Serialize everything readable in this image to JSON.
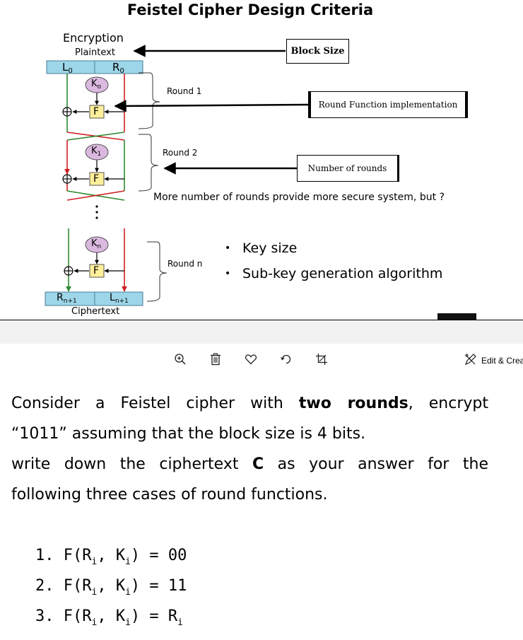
{
  "slide": {
    "title": "Feistel Cipher Design Criteria",
    "encryption_label": "Encryption",
    "plaintext_label": "Plaintext",
    "ciphertext_label": "Ciphertext",
    "left_half_top": "L",
    "left_half_top_sub": "0",
    "right_half_top": "R",
    "right_half_top_sub": "0",
    "left_half_bottom": "R",
    "left_half_bottom_sub": "n+1",
    "right_half_bottom": "L",
    "right_half_bottom_sub": "n+1",
    "key_round1": "K",
    "key_round1_sub": "o",
    "key_round2": "K",
    "key_round2_sub": "1",
    "key_roundn": "K",
    "key_roundn_sub": "n",
    "f_label": "F",
    "round1_label": "Round 1",
    "round2_label": "Round 2",
    "roundn_label": "Round n",
    "block_size_box": "Block Size",
    "round_function_box": "Round Function implementation",
    "number_of_rounds_box": "Number of rounds",
    "rounds_note": "More number of rounds provide more secure system, but  ?",
    "bullets": [
      "Key size",
      "Sub-key generation algorithm"
    ],
    "colors": {
      "half_box": "#9dd6e8",
      "key_oval": "#dbb8e0",
      "f_box": "#ffee9a",
      "green_wire": "#2e8b2e",
      "red_wire": "#d02020"
    }
  },
  "toolbar": {
    "icons": [
      "zoom-in-icon",
      "delete-icon",
      "heart-icon",
      "rotate-icon",
      "crop-icon"
    ],
    "edit_label": "Edit & Crea"
  },
  "question": {
    "line1_a": "Consider a Feistel cipher with ",
    "line1_bold": "two rounds",
    "line1_b": ", encrypt",
    "line2": "“1011” assuming that the block size is 4 bits.",
    "line3_a": "write down the ciphertext ",
    "line3_bold": "C",
    "line3_b": " as your answer for the",
    "line4": "following three cases of round functions."
  },
  "cases": [
    {
      "num": "1.",
      "text_a": "F(R",
      "sub1": "i",
      "text_b": ", K",
      "sub2": "i",
      "text_c": ") = 00"
    },
    {
      "num": "2.",
      "text_a": "F(R",
      "sub1": "i",
      "text_b": ", K",
      "sub2": "i",
      "text_c": ") = 11"
    },
    {
      "num": "3.",
      "text_a": "F(R",
      "sub1": "i",
      "text_b": ", K",
      "sub2": "i",
      "text_c": ") = R",
      "sub3": "i"
    }
  ]
}
